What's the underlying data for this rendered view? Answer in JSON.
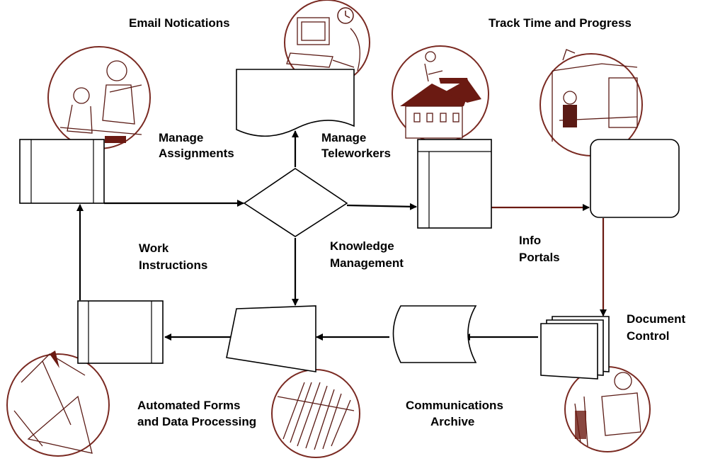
{
  "colors": {
    "line": "#000000",
    "accent": "#6b1a12",
    "circle_stroke": "#7a2a22",
    "fill": "#ffffff"
  },
  "labels": {
    "email_notifications": "Email Notications",
    "track_time": "Track Time and Progress",
    "manage_assignments": [
      "Manage",
      "Assignments"
    ],
    "manage_teleworkers": [
      "Manage",
      "Teleworkers"
    ],
    "work_instructions": [
      "Work",
      "Instructions"
    ],
    "knowledge_management": [
      "Knowledge",
      "Management"
    ],
    "info_portals": [
      "Info",
      "Portals"
    ],
    "document_control": [
      "Document",
      "Control"
    ],
    "automated_forms": [
      "Automated Forms",
      "and Data Processing"
    ],
    "communications_archive": [
      "Communications",
      "Archive"
    ]
  },
  "illustrations": [
    "meeting-people-illustration",
    "computer-clock-illustration",
    "house-worker-illustration",
    "office-worker-illustration",
    "drafting-illustration",
    "paper-stack-illustration",
    "reading-worker-illustration"
  ]
}
